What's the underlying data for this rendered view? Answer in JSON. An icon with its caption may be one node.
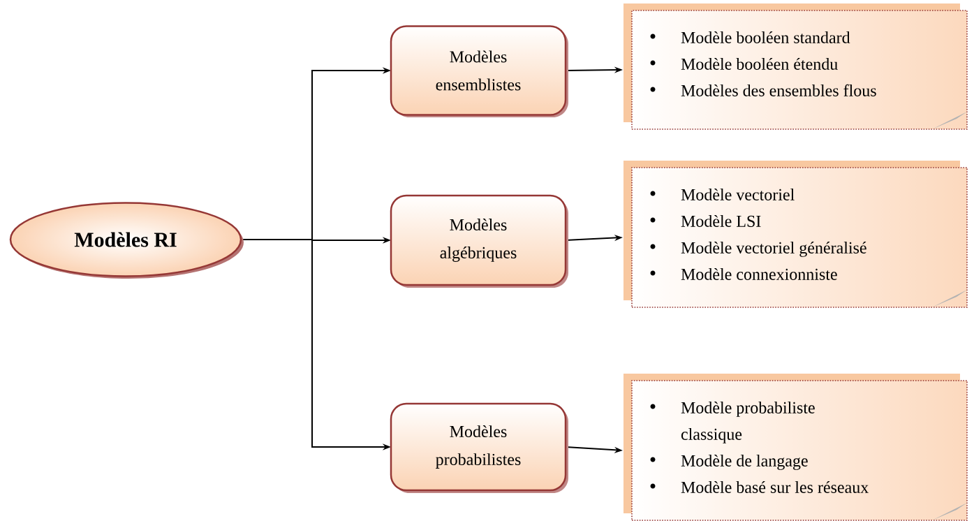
{
  "diagram": {
    "nodes": [
      {
        "text": [
          "Modèles RI"
        ]
      },
      {
        "text": [
          "Modèles ensemblistes"
        ]
      },
      {
        "text": [
          "Modèles algébriques"
        ]
      },
      {
        "text": [
          "Modèles probabilistes"
        ]
      },
      {
        "text": [
          "Modèle booléen standard",
          "Modèle booléen étendu",
          "Modèles des ensembles flous"
        ]
      },
      {
        "text": [
          "Modèle vectoriel",
          "Modèle LSI",
          "Modèle vectoriel généralisé",
          "Modèle connexionniste"
        ]
      },
      {
        "text": [
          "Modèle probabiliste classique",
          "Modèle de langage",
          "Modèle basé sur les réseaux"
        ]
      }
    ],
    "edges": [
      {
        "from": 0,
        "to": 1,
        "arrow": "to"
      },
      {
        "from": 0,
        "to": 2,
        "arrow": "to"
      },
      {
        "from": 0,
        "to": 3,
        "arrow": "to"
      },
      {
        "from": 1,
        "to": 4,
        "arrow": "to"
      },
      {
        "from": 2,
        "to": 5,
        "arrow": "to"
      },
      {
        "from": 3,
        "to": 6,
        "arrow": "to"
      }
    ]
  }
}
